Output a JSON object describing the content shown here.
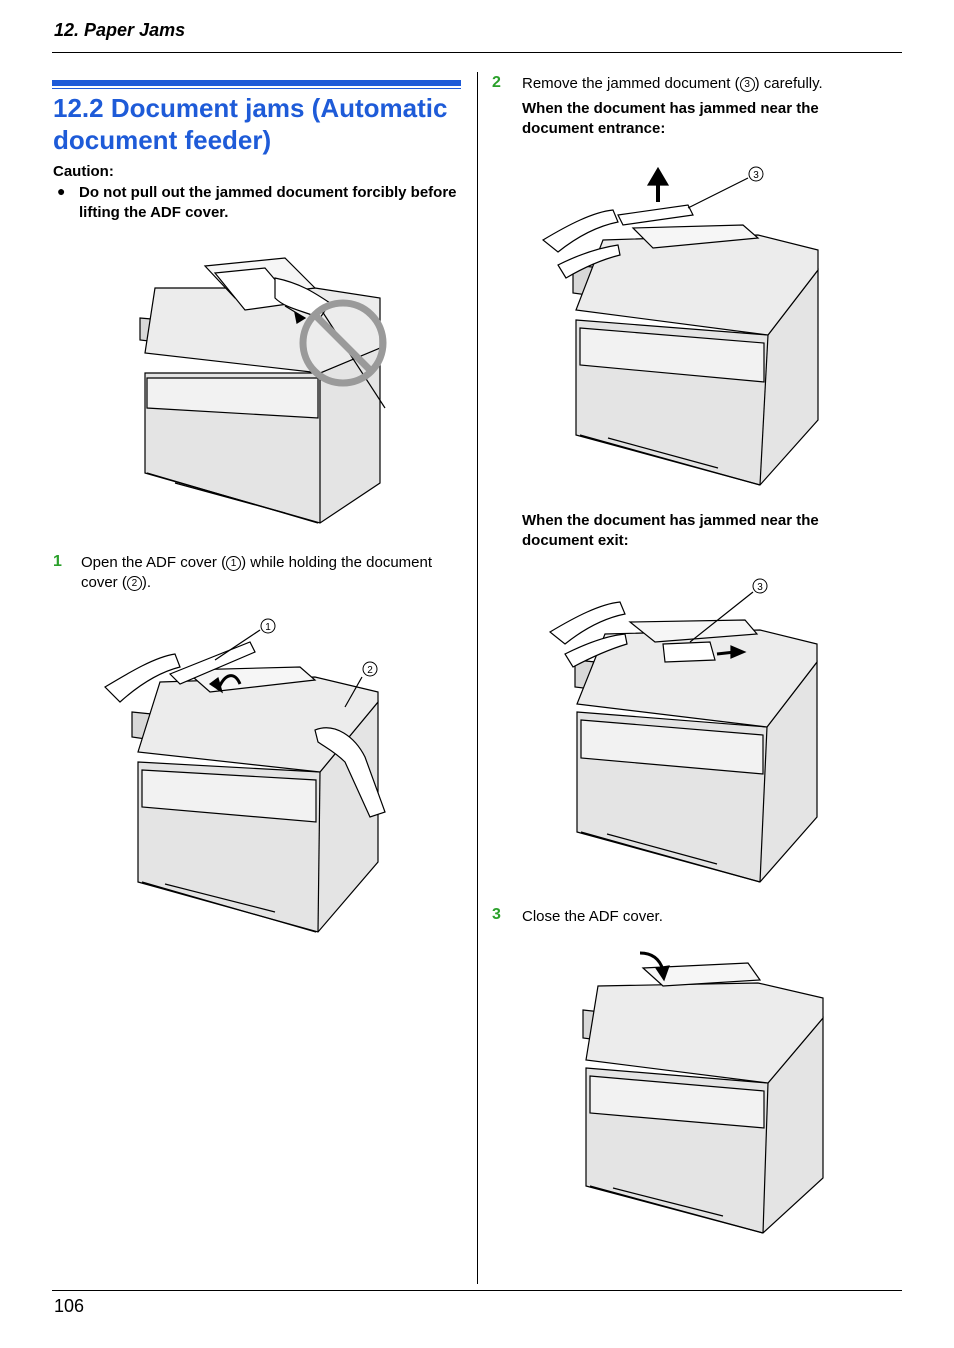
{
  "header": {
    "title": "12. Paper Jams"
  },
  "section": {
    "title": "12.2 Document jams (Automatic document feeder)"
  },
  "caution": {
    "label": "Caution:",
    "bullet": "●",
    "text": "Do not pull out the jammed document forcibly before lifting the ADF cover."
  },
  "steps": {
    "s1": {
      "num": "1",
      "pre": "Open the ADF cover (",
      "c1": "1",
      "mid": ") while holding the document cover (",
      "c2": "2",
      "post": ")."
    },
    "s2": {
      "num": "2",
      "pre": "Remove the jammed document (",
      "c3": "3",
      "post": ") carefully."
    },
    "s3": {
      "num": "3",
      "text": "Close the ADF cover."
    }
  },
  "subheads": {
    "entrance": "When the document has jammed near the document entrance:",
    "exit": "When the document has jammed near the document exit:"
  },
  "callouts": {
    "one": "1",
    "two": "2",
    "three": "3"
  },
  "footer": {
    "page_number": "106"
  },
  "colors": {
    "accent_blue": "#1e5bd8",
    "step_green": "#2aa02a",
    "prohibit_gray": "#9a9a9a",
    "machine_fill": "#e4e4e4"
  }
}
